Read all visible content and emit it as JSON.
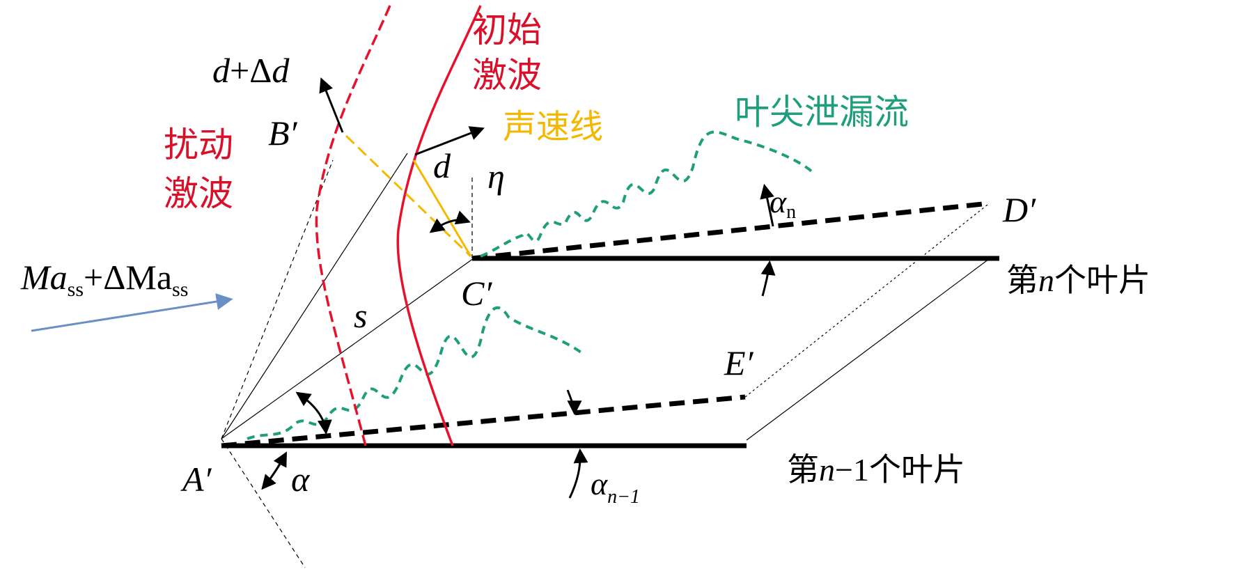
{
  "labels": {
    "initial_shock": [
      "初始",
      "激波"
    ],
    "disturbed_shock": [
      "扰动",
      "激波"
    ],
    "sonic_line": "声速线",
    "tip_leakage_flow": "叶尖泄漏流",
    "blade_n": {
      "pre": "第",
      "n": "n",
      "post": "个叶片"
    },
    "blade_n_minus_1": {
      "pre": "第",
      "n": "n",
      "mid": "−1",
      "post": "个叶片"
    },
    "d_plus_delta_d": {
      "d": "d",
      "plus": "+Δ",
      "d2": "d"
    },
    "d": "d",
    "eta": "η",
    "s": "s",
    "alpha": "α",
    "alpha_n": {
      "sym": "α",
      "sub": "n"
    },
    "alpha_n_minus_1": {
      "sym": "α",
      "sub": "n−1"
    },
    "mach": {
      "ma": "Ma",
      "sub": "ss",
      "plus": "+ΔMa",
      "sub2": "ss"
    },
    "points": {
      "A": "A′",
      "B": "B′",
      "C": "C′",
      "D": "D′",
      "E": "E′"
    }
  },
  "colors": {
    "shock_red": "#e8112d",
    "sonic_yellow": "#f5b800",
    "leakage_green": "#1f9e7d",
    "blade_black": "#000000",
    "inflow_blue": "#6a8fc4",
    "label_red": "#d9102a"
  }
}
